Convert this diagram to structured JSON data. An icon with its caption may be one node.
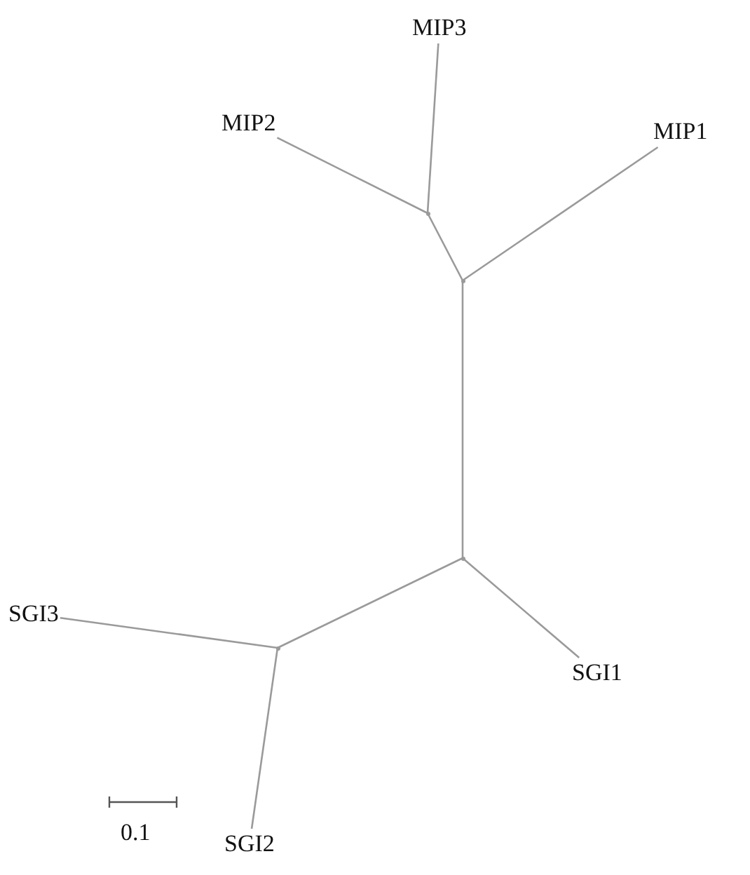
{
  "diagram": {
    "nodes": [
      {
        "text": [
          "MIP3"
        ]
      },
      {
        "text": [
          "MIP2"
        ]
      },
      {
        "text": [
          "MIP1"
        ]
      },
      {
        "text": [],
        "shape": "point"
      },
      {
        "text": [],
        "shape": "point"
      },
      {
        "text": [],
        "shape": "point"
      },
      {
        "text": [
          "SGI3"
        ]
      },
      {
        "text": [
          "SGI1"
        ]
      },
      {
        "text": [],
        "shape": "point"
      },
      {
        "text": [
          "SGI2"
        ]
      }
    ],
    "edges": [
      {
        "from": 1,
        "to": 3,
        "arrow": "none"
      },
      {
        "from": 0,
        "to": 3,
        "arrow": "none"
      },
      {
        "from": 3,
        "to": 4,
        "arrow": "none"
      },
      {
        "from": 2,
        "to": 4,
        "arrow": "none"
      },
      {
        "from": 4,
        "to": 5,
        "arrow": "none"
      },
      {
        "from": 5,
        "to": 7,
        "arrow": "none"
      },
      {
        "from": 5,
        "to": 8,
        "arrow": "none"
      },
      {
        "from": 6,
        "to": 8,
        "arrow": "none"
      },
      {
        "from": 8,
        "to": 9,
        "arrow": "none"
      }
    ],
    "labels": [
      "0.1"
    ]
  }
}
